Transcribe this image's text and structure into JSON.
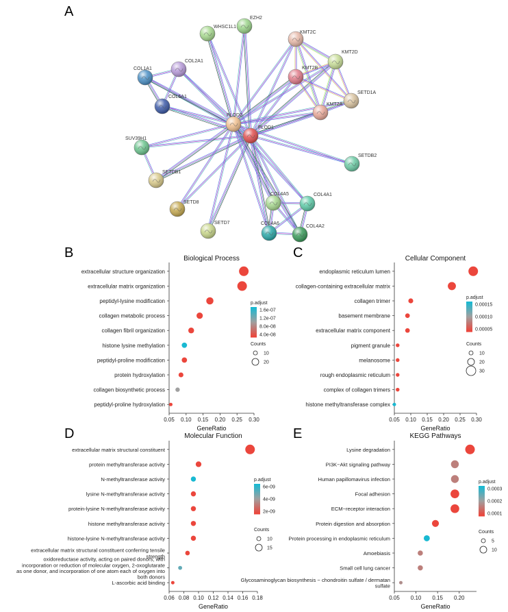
{
  "panel_labels": [
    "A",
    "B",
    "C",
    "D",
    "E"
  ],
  "network": {
    "nodes": [
      {
        "label": "EZH2",
        "color": "#9bd48a"
      },
      {
        "label": "WHSC1L1",
        "color": "#a7d98f"
      },
      {
        "label": "KMT2C",
        "color": "#e6b8a8"
      },
      {
        "label": "KMT2D",
        "color": "#c8dd98"
      },
      {
        "label": "KMT2B",
        "color": "#e07c8a"
      },
      {
        "label": "SETD1A",
        "color": "#d9c3a0"
      },
      {
        "label": "KMT2A",
        "color": "#e8a898"
      },
      {
        "label": "COL2A1",
        "color": "#b69ad8"
      },
      {
        "label": "COL1A1",
        "color": "#4a8fc4"
      },
      {
        "label": "COL5A1",
        "color": "#3d5ba8"
      },
      {
        "label": "PLOD2",
        "color": "#f0c090"
      },
      {
        "label": "PLOD1",
        "color": "#e05050"
      },
      {
        "label": "SUV39H1",
        "color": "#6cc48e"
      },
      {
        "label": "SETDB1",
        "color": "#d8c98a"
      },
      {
        "label": "SETDB2",
        "color": "#6ccaa4"
      },
      {
        "label": "SETD8",
        "color": "#c4a850"
      },
      {
        "label": "SETD7",
        "color": "#c8d68a"
      },
      {
        "label": "COL4A5",
        "color": "#a8d890"
      },
      {
        "label": "COL4A1",
        "color": "#5ecaa8"
      },
      {
        "label": "COL4A6",
        "color": "#2aa8a8"
      },
      {
        "label": "COL4A2",
        "color": "#3a9a5a"
      }
    ]
  },
  "legend_text": {
    "padjust": "p.adjust",
    "counts": "Counts",
    "xlabel": "GeneRatio"
  },
  "chart_data": [
    {
      "type": "scatter",
      "title": "Biological Process",
      "xlabel": "GeneRatio",
      "categories": [
        "extracellular structure organization",
        "extracellular matrix organization",
        "peptidyl-lysine modification",
        "collagen metabolic process",
        "collagen fibril organization",
        "histone lysine methylation",
        "peptidyl-proline modification",
        "protein hydroxylation",
        "collagen biosynthetic process",
        "peptidyl-proline hydroxylation"
      ],
      "x": [
        0.27,
        0.265,
        0.17,
        0.14,
        0.115,
        0.095,
        0.095,
        0.085,
        0.075,
        0.055
      ],
      "count": [
        19,
        19,
        14,
        12,
        11,
        10,
        10,
        9,
        8,
        6
      ],
      "padj": [
        2e-08,
        2e-08,
        2e-08,
        2e-08,
        2e-08,
        1.6e-07,
        2e-08,
        2e-08,
        9e-08,
        2e-08
      ],
      "xlim": [
        0.05,
        0.3
      ],
      "xticks": [
        0.05,
        0.1,
        0.15,
        0.2,
        0.25,
        0.3
      ],
      "xtick_labels": [
        "0.05",
        "0.10",
        "0.15",
        "0.20",
        "0.25",
        "0.30"
      ],
      "colorbar_labels": [
        "1.6e-07",
        "1.2e-07",
        "8.0e-08",
        "4.0e-08"
      ],
      "size_labels": [
        "10",
        "20"
      ]
    },
    {
      "type": "scatter",
      "title": "Cellular Component",
      "xlabel": "GeneRatio",
      "categories": [
        "endoplasmic reticulum lumen",
        "collagen-containing extracellular matrix",
        "collagen trimer",
        "basement membrane",
        "extracellular matrix component",
        "pigment granule",
        "melanosome",
        "rough endoplasmic reticulum",
        "complex of collagen trimers",
        "histone methyltransferase complex"
      ],
      "x": [
        0.29,
        0.225,
        0.1,
        0.09,
        0.09,
        0.06,
        0.06,
        0.06,
        0.06,
        0.05
      ],
      "count": [
        28,
        23,
        12,
        11,
        11,
        8,
        8,
        8,
        8,
        7
      ],
      "padj": [
        2e-06,
        2e-06,
        2e-06,
        2e-06,
        2e-06,
        2e-06,
        2e-06,
        2e-06,
        2e-06,
        0.00017
      ],
      "xlim": [
        0.05,
        0.3
      ],
      "xticks": [
        0.05,
        0.1,
        0.15,
        0.2,
        0.25,
        0.3
      ],
      "xtick_labels": [
        "0.05",
        "0.10",
        "0.15",
        "0.20",
        "0.25",
        "0.30"
      ],
      "colorbar_labels": [
        "0.00015",
        "0.00010",
        "0.00005"
      ],
      "size_labels": [
        "10",
        "20",
        "30"
      ]
    },
    {
      "type": "scatter",
      "title": "Molecular Function",
      "xlabel": "GeneRatio",
      "categories": [
        "extracellular matrix structural constituent",
        "protein methyltransferase activity",
        "N-methyltransferase activity",
        "lysine N-methyltransferase activity",
        "protein-lysine N-methyltransferase activity",
        "histone methyltransferase activity",
        "histone-lysine N-methyltransferase activity",
        "extracellular matrix structural constituent conferring tensile strength",
        "oxidoreductase activity, acting on paired donors, with incorporation or reduction of molecular oxygen, 2-oxoglutarate as one donor, and incorporation of one atom each of oxygen into both donors",
        "L-ascorbic acid binding"
      ],
      "x": [
        0.17,
        0.1,
        0.093,
        0.093,
        0.093,
        0.093,
        0.093,
        0.085,
        0.075,
        0.065
      ],
      "count": [
        17,
        10,
        9,
        9,
        9,
        9,
        9,
        8,
        7,
        6
      ],
      "padj": [
        1e-09,
        1e-09,
        6.5e-09,
        1e-09,
        1e-09,
        1e-09,
        1e-09,
        1e-09,
        5e-09,
        1e-09
      ],
      "xlim": [
        0.06,
        0.18
      ],
      "xticks": [
        0.06,
        0.08,
        0.1,
        0.12,
        0.14,
        0.16,
        0.18
      ],
      "xtick_labels": [
        "0.06",
        "0.08",
        "0.10",
        "0.12",
        "0.14",
        "0.16",
        "0.18"
      ],
      "colorbar_labels": [
        "6e-09",
        "4e-09",
        "2e-09"
      ],
      "size_labels": [
        "10",
        "15"
      ]
    },
    {
      "type": "scatter",
      "title": "KEGG Pathways",
      "xlabel": "GeneRatio",
      "categories": [
        "Lysine degradation",
        "PI3K−Akt signaling pathway",
        "Human papillomavirus infection",
        "Focal adhesion",
        "ECM−receptor interaction",
        "Protein digestion and absorption",
        "Protein processing in endoplasmic reticulum",
        "Amoebiasis",
        "Small cell lung cancer",
        "Glycosaminoglycan biosynthesis − chondroitin sulfate / dermatan sulfate"
      ],
      "x": [
        0.225,
        0.19,
        0.19,
        0.19,
        0.19,
        0.145,
        0.125,
        0.11,
        0.11,
        0.065
      ],
      "count": [
        10,
        8,
        8,
        9,
        9,
        7,
        6,
        5,
        5,
        3
      ],
      "padj": [
        1e-05,
        0.00012,
        0.00012,
        1e-05,
        1e-05,
        1e-05,
        0.00036,
        0.00012,
        0.00012,
        0.00015
      ],
      "xlim": [
        0.05,
        0.24
      ],
      "xticks": [
        0.05,
        0.1,
        0.15,
        0.2
      ],
      "xtick_labels": [
        "0.05",
        "0.10",
        "0.15",
        "0.20"
      ],
      "colorbar_labels": [
        "0.0003",
        "0.0002",
        "0.0001"
      ],
      "size_labels": [
        "5",
        "10"
      ]
    }
  ]
}
